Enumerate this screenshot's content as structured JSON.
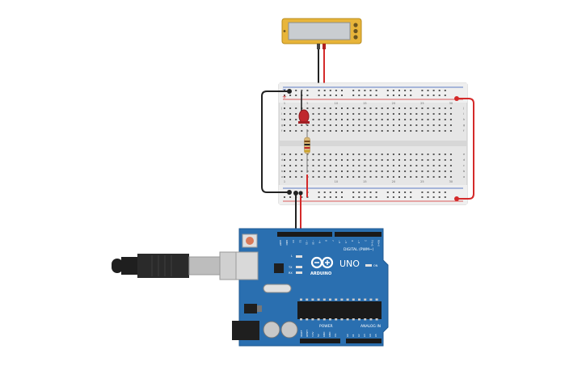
{
  "board": {
    "brand": "ARDUINO",
    "model": "UNO",
    "digital_header_label": "DIGITAL (PWM~)",
    "analog_header_label": "ANALOG IN",
    "power_header_label": "POWER",
    "led_tx": "TX",
    "led_rx": "RX",
    "led_l": "L",
    "led_on": "ON",
    "digital_pins": [
      "AREF",
      "GND",
      "13",
      "12",
      "~11",
      "~10",
      "~9",
      "8",
      "7",
      "~6",
      "~5",
      "4",
      "~3",
      "2",
      "TX→1",
      "RX←0"
    ],
    "power_pins": [
      "IOREF",
      "RESET",
      "3.3V",
      "5V",
      "GND",
      "GND",
      "Vin"
    ],
    "analog_pins": [
      "A0",
      "A1",
      "A2",
      "A3",
      "A4",
      "A5"
    ]
  },
  "breadboard": {
    "top_plus": "+",
    "top_minus": "−",
    "row_letters_top": [
      "j",
      "i",
      "h",
      "g",
      "f"
    ],
    "row_letters_bottom": [
      "e",
      "d",
      "c",
      "b",
      "a"
    ],
    "column_numbers": [
      "1",
      "5",
      "10",
      "15",
      "20",
      "25",
      "30"
    ]
  },
  "components": {
    "led_color": "#c0272d",
    "display_color": "#f0c040",
    "board_color": "#2a6fb0",
    "wire_red": "#d42a2a",
    "wire_black": "#222222"
  }
}
